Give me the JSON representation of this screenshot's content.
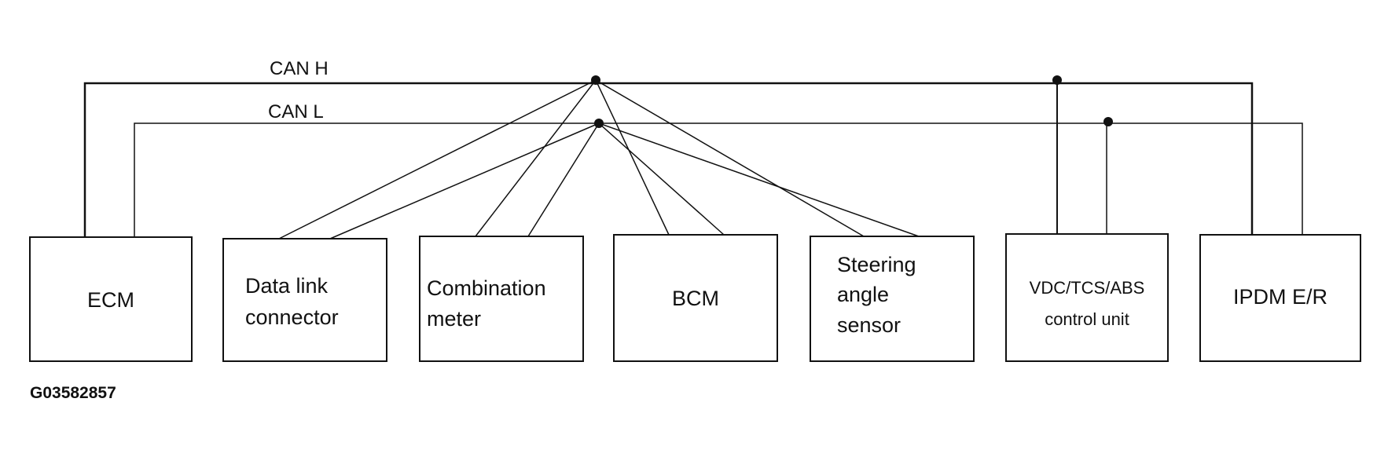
{
  "diagram": {
    "bus_h_label": "CAN H",
    "bus_l_label": "CAN L",
    "figure_code": "G03582857",
    "units": [
      {
        "id": "ecm",
        "lines": [
          "ECM"
        ]
      },
      {
        "id": "data-link-connector",
        "lines": [
          "Data link",
          "connector"
        ]
      },
      {
        "id": "combination-meter",
        "lines": [
          "Combination",
          "meter"
        ]
      },
      {
        "id": "bcm",
        "lines": [
          "BCM"
        ]
      },
      {
        "id": "steering-angle-sensor",
        "lines": [
          "Steering",
          "angle",
          "sensor"
        ]
      },
      {
        "id": "vdc-tcs-abs-control-unit",
        "lines": [
          "VDC/TCS/ABS",
          "control unit"
        ]
      },
      {
        "id": "ipdm-e-r",
        "lines": [
          "IPDM E/R"
        ]
      }
    ]
  }
}
